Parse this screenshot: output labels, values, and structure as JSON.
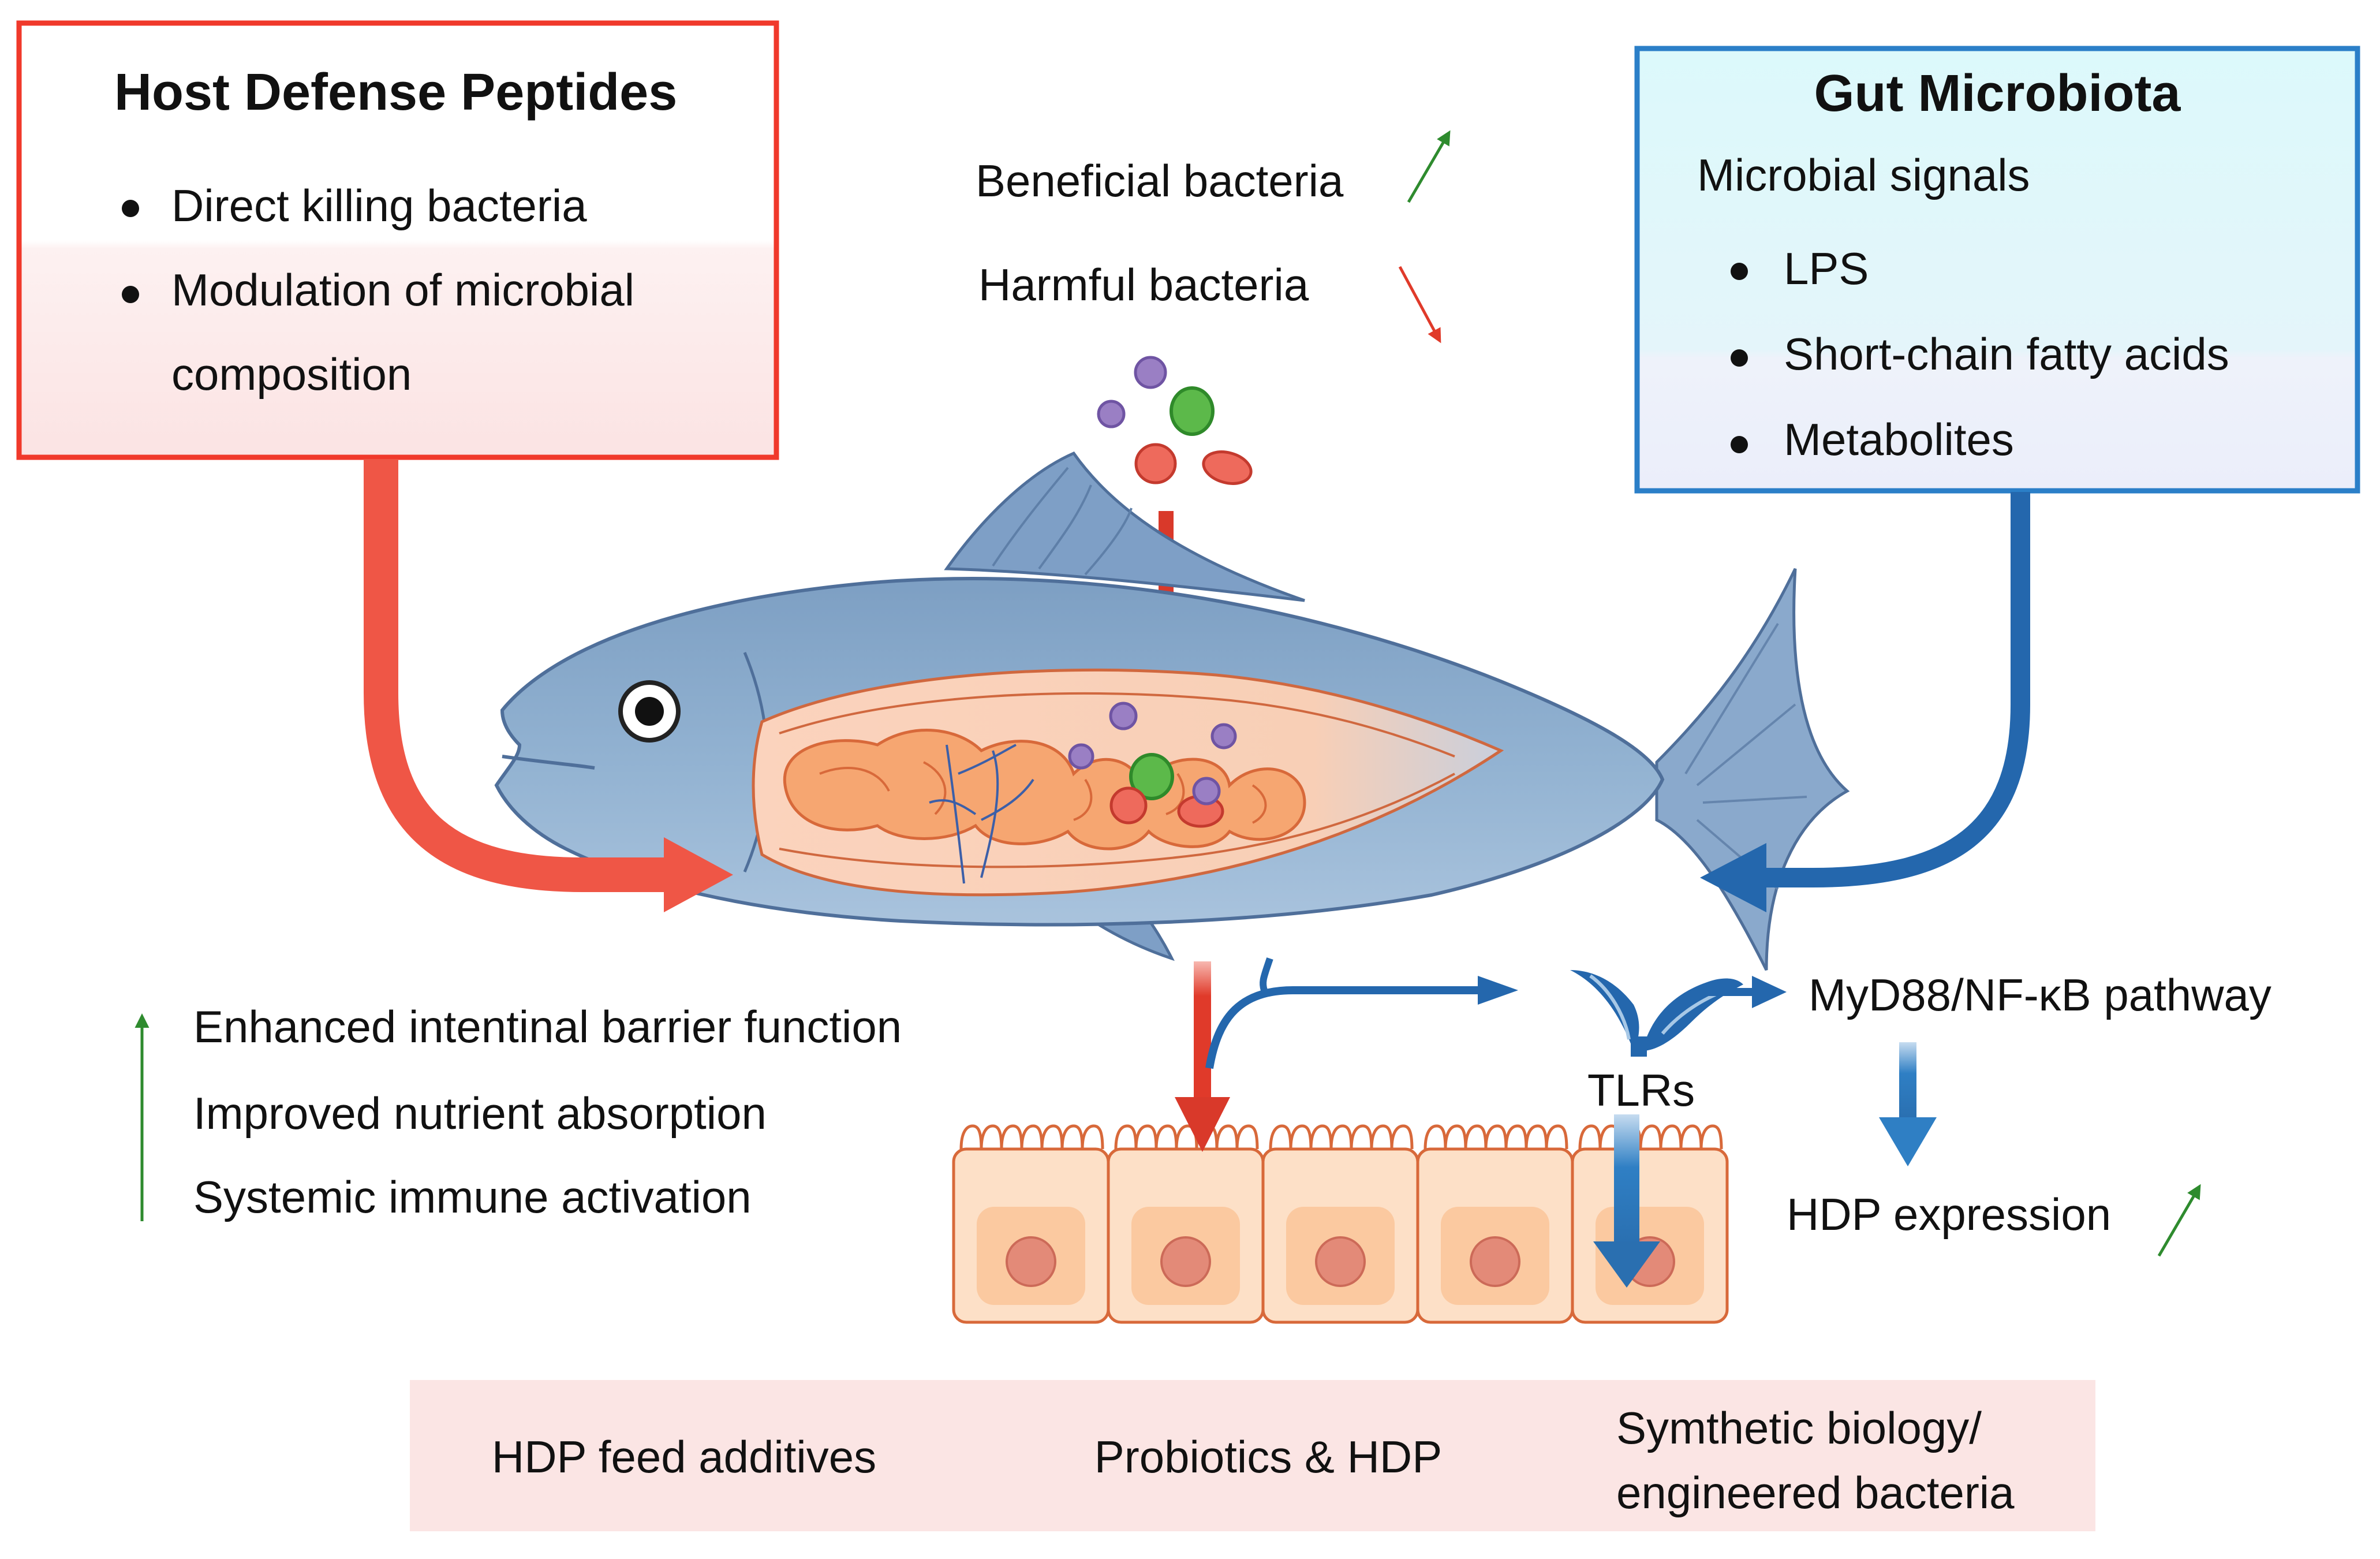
{
  "hdp_box": {
    "title": "Host Defense Peptides",
    "items": [
      "Direct killing bacteria",
      "Modulation of microbial",
      "composition"
    ],
    "border_color": "#f0392b"
  },
  "microbiota_box": {
    "title": "Gut Microbiota",
    "subtitle": "Microbial signals",
    "items": [
      "LPS",
      "Short-chain fatty acids",
      "Metabolites"
    ],
    "border_color": "#2b7fc8"
  },
  "bacteria": {
    "beneficial": "Beneficial bacteria",
    "harmful": "Harmful bacteria",
    "up_color": "#2e8b2e",
    "down_color": "#e03a2a"
  },
  "benefits": {
    "items": [
      "Enhanced intentinal barrier function",
      "Improved nutrient absorption",
      "Systemic immune activation"
    ]
  },
  "signaling": {
    "receptor": "TLRs",
    "pathway": "MyD88/NF-κB pathway",
    "output": "HDP expression"
  },
  "applications": {
    "items": [
      "HDP feed additives",
      "Probiotics & HDP"
    ],
    "synbio_line1": "Symthetic biology/",
    "synbio_line2": "engineered bacteria",
    "band_color": "#fbe5e4"
  },
  "icons": [
    "fish-illustration",
    "bacteria-cluster",
    "tlr-receptor-icon",
    "epithelial-cells",
    "up-arrow-icon",
    "down-arrow-icon"
  ]
}
